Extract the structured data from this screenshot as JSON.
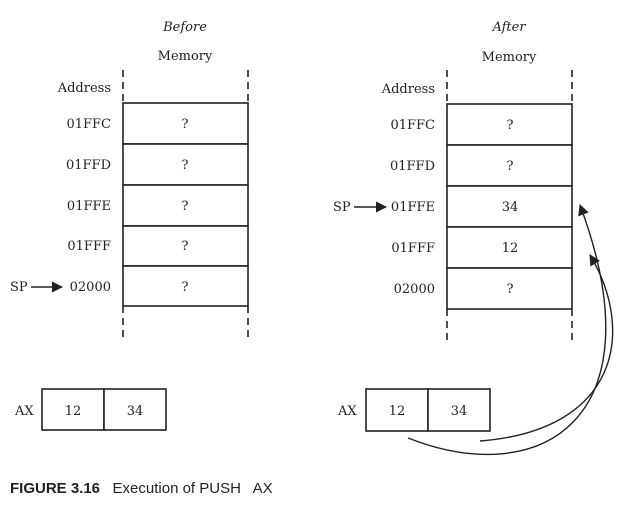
{
  "before": {
    "heading": "Before",
    "memory_label": "Memory",
    "address_label": "Address",
    "rows": [
      {
        "address": "01FFC",
        "value": "?"
      },
      {
        "address": "01FFD",
        "value": "?"
      },
      {
        "address": "01FFE",
        "value": "?"
      },
      {
        "address": "01FFF",
        "value": "?"
      },
      {
        "address": "02000",
        "value": "?"
      }
    ],
    "sp_label": "SP",
    "sp_row": 4,
    "register": {
      "name": "AX",
      "high": "12",
      "low": "34"
    }
  },
  "after": {
    "heading": "After",
    "memory_label": "Memory",
    "address_label": "Address",
    "rows": [
      {
        "address": "01FFC",
        "value": "?"
      },
      {
        "address": "01FFD",
        "value": "?"
      },
      {
        "address": "01FFE",
        "value": "34"
      },
      {
        "address": "01FFF",
        "value": "12"
      },
      {
        "address": "02000",
        "value": "?"
      }
    ],
    "sp_label": "SP",
    "sp_row": 2,
    "register": {
      "name": "AX",
      "high": "12",
      "low": "34"
    }
  },
  "caption": {
    "figure_number": "FIGURE 3.16",
    "text": "Execution of PUSH   AX"
  }
}
